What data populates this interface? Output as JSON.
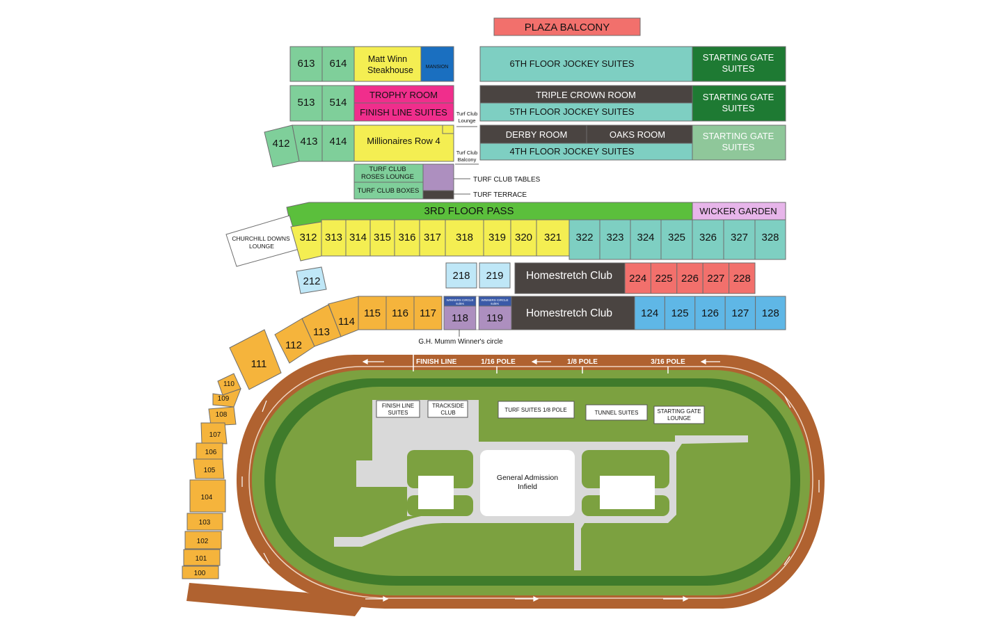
{
  "colors": {
    "green_section": "#7fcf9a",
    "yellow_section": "#f4ee52",
    "teal_section": "#7ecfc2",
    "orange_section": "#f5b43c",
    "light_blue_section": "#bfe7f7",
    "blue_section": "#5fb7e6",
    "coral_section": "#f2706c",
    "purple_section": "#ad8fbf",
    "magenta_section": "#f02e8c",
    "dark_gray": "#4a4441",
    "dark_green": "#1e7a33",
    "light_green": "#8fc79a",
    "lavender": "#e7b5ea",
    "bright_green": "#5bbf3c",
    "mansion_blue": "#1a6fc0",
    "track_brown": "#b06230",
    "infield_green": "#7ca140",
    "inner_dark_green": "#3f7b2b",
    "walkway_gray": "#d9d9d9"
  },
  "labels": {
    "plaza_balcony": "PLAZA BALCONY",
    "s613": "613",
    "s614": "614",
    "matt_winn_1": "Matt Winn",
    "matt_winn_2": "Steakhouse",
    "mansion": "MANSION",
    "sixth_floor_suites": "6TH FLOOR JOCKEY SUITES",
    "starting_gate_1": "STARTING GATE",
    "starting_gate_2": "SUITES",
    "s513": "513",
    "s514": "514",
    "trophy_room": "TROPHY ROOM",
    "finish_line_suites": "FINISH LINE SUITES",
    "triple_crown_room": "TRIPLE CROWN ROOM",
    "fifth_floor_suites": "5TH FLOOR JOCKEY SUITES",
    "turf_club_lounge_1": "Turf Club",
    "turf_club_lounge_2": "Lounge",
    "s412": "412",
    "s413": "413",
    "s414": "414",
    "millionaires_row": "Millionaires Row 4",
    "derby_room": "DERBY ROOM",
    "oaks_room": "OAKS ROOM",
    "fourth_floor_suites": "4TH FLOOR JOCKEY SUITES",
    "turf_club_balcony_1": "Turf Club",
    "turf_club_balcony_2": "Balcony",
    "roses_lounge_1": "TURF CLUB",
    "roses_lounge_2": "ROSES LOUNGE",
    "turf_club_boxes": "TURF CLUB BOXES",
    "turf_club_tables": "TURF CLUB TABLES",
    "turf_terrace": "TURF TERRACE",
    "third_floor_pass": "3RD FLOOR PASS",
    "wicker_garden": "WICKER GARDEN",
    "cd_lounge_1": "CHURCHILL DOWNS",
    "cd_lounge_2": "LOUNGE",
    "s212": "212",
    "s218": "218",
    "s219": "219",
    "homestretch_club": "Homestretch Club",
    "winners_circle_suites_1": "WINNERS CIRCLE",
    "winners_circle_suites_2": "suites",
    "mumm": "G.H. Mumm Winner's circle",
    "finish_line": "FINISH LINE",
    "pole_116": "1/16 POLE",
    "pole_18": "1/8 POLE",
    "pole_316": "3/16 POLE",
    "infield_finish_1": "FINISH LINE",
    "infield_finish_2": "SUITES",
    "trackside_1": "TRACKSIDE",
    "trackside_2": "CLUB",
    "turf_suites_pole": "TURF SUITES 1/8 POLE",
    "tunnel_suites": "TUNNEL SUITES",
    "sg_lounge_1": "STARTING GATE",
    "sg_lounge_2": "LOUNGE",
    "ga_1": "General Admission",
    "ga_2": "Infield"
  },
  "sections_300_yellow": [
    "312",
    "313",
    "314",
    "315",
    "316",
    "317",
    "318",
    "319",
    "320",
    "321"
  ],
  "sections_300_teal": [
    "322",
    "323",
    "324",
    "325",
    "326",
    "327",
    "328"
  ],
  "sections_200_coral": [
    "224",
    "225",
    "226",
    "227",
    "228"
  ],
  "sections_100_orange": [
    "115",
    "116",
    "117"
  ],
  "sections_100_angled": [
    "114",
    "113",
    "112",
    "111"
  ],
  "sections_100_purple": [
    "118",
    "119"
  ],
  "sections_100_blue": [
    "124",
    "125",
    "126",
    "127",
    "128"
  ],
  "sections_100_small": [
    "110",
    "109",
    "108",
    "107",
    "106",
    "105",
    "104",
    "103",
    "102",
    "101",
    "100"
  ]
}
